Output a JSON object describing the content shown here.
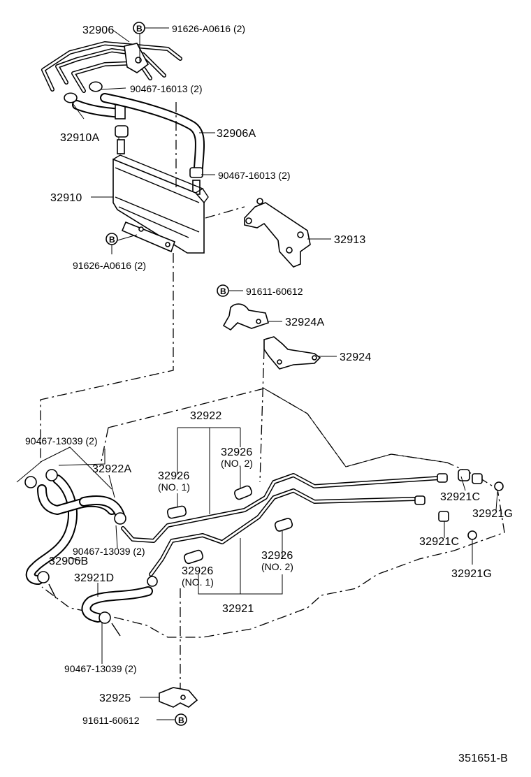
{
  "labels": {
    "p32906": "32906",
    "p91626_top": "91626-A0616 (2)",
    "p90467_a": "90467-16013 (2)",
    "p32910A": "32910A",
    "p32906A": "32906A",
    "p90467_b": "90467-16013 (2)",
    "p32910": "32910",
    "p32913": "32913",
    "p91626_bot": "91626-A0616 (2)",
    "p91611_top": "91611-60612",
    "p32924A": "32924A",
    "p32924": "32924",
    "p32922": "32922",
    "p90467_13039_a": "90467-13039 (2)",
    "p32922A": "32922A",
    "p32926_a": "32926",
    "p32926_a_sub": "(NO. 2)",
    "p32926_b": "32926",
    "p32926_b_sub": "(NO. 1)",
    "p32921C_a": "32921C",
    "p32921G_a": "32921G",
    "p90467_13039_b": "90467-13039 (2)",
    "p32906B": "32906B",
    "p32921D": "32921D",
    "p32926_c": "32926",
    "p32926_c_sub": "(NO. 2)",
    "p32926_d": "32926",
    "p32926_d_sub": "(NO. 1)",
    "p32921C_b": "32921C",
    "p32921G_b": "32921G",
    "p32921": "32921",
    "p90467_13039_c": "90467-13039 (2)",
    "p32925": "32925",
    "p91611_bot": "91611-60612",
    "diagram_id": "351651-B"
  },
  "bolt_marker": "B"
}
